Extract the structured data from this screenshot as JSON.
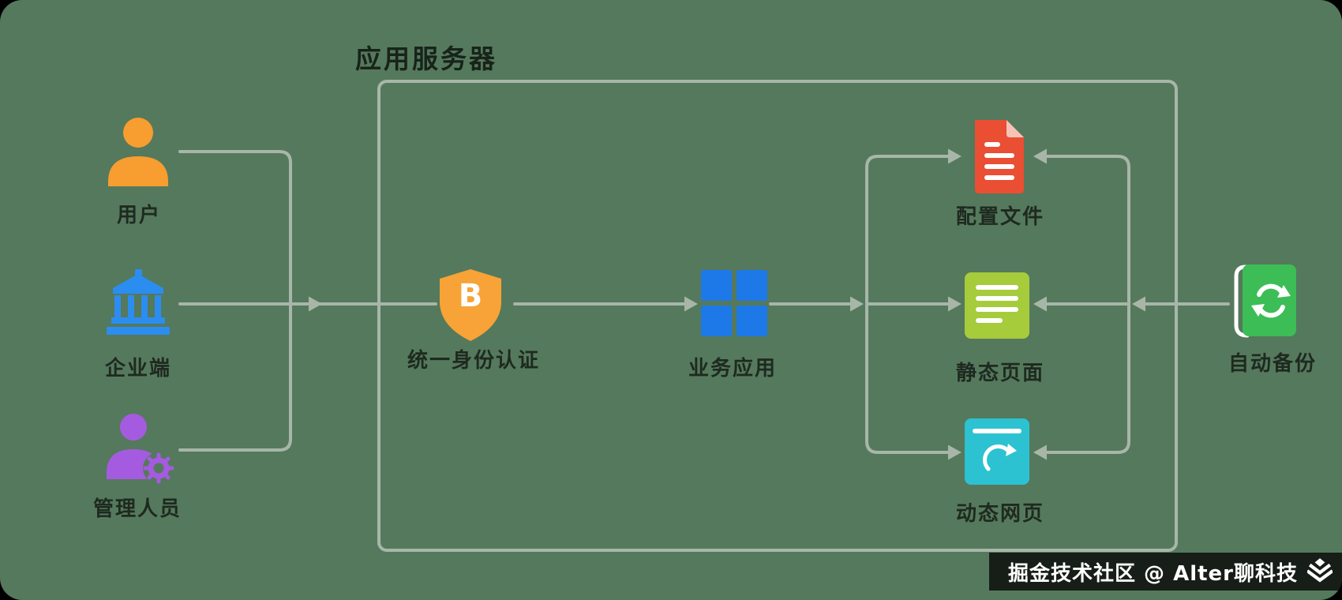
{
  "server_box": {
    "label": "应用服务器"
  },
  "actors": [
    {
      "label": "用户",
      "color": "#f89d30"
    },
    {
      "label": "企业端",
      "color": "#2b8df0"
    },
    {
      "label": "管理人员",
      "color": "#a55be0"
    }
  ],
  "nodes": {
    "auth": {
      "label": "统一身份认证",
      "badge": "B",
      "color": "#f7a337"
    },
    "app": {
      "label": "业务应用",
      "color": "#1d79e8"
    },
    "files": {
      "label": "配置文件",
      "color": "#ea4e33"
    },
    "static": {
      "label": "静态页面",
      "color": "#a6cb3b"
    },
    "dynamic": {
      "label": "动态网页",
      "color": "#2cc2d2"
    },
    "backup": {
      "label": "自动备份",
      "color": "#3cbd55"
    }
  },
  "colors": {
    "background": "#55795c",
    "connector": "#a8b6a9",
    "label_text": "#1e2a20"
  },
  "watermark": {
    "text": "掘金技术社区 @ Alter聊科技"
  }
}
